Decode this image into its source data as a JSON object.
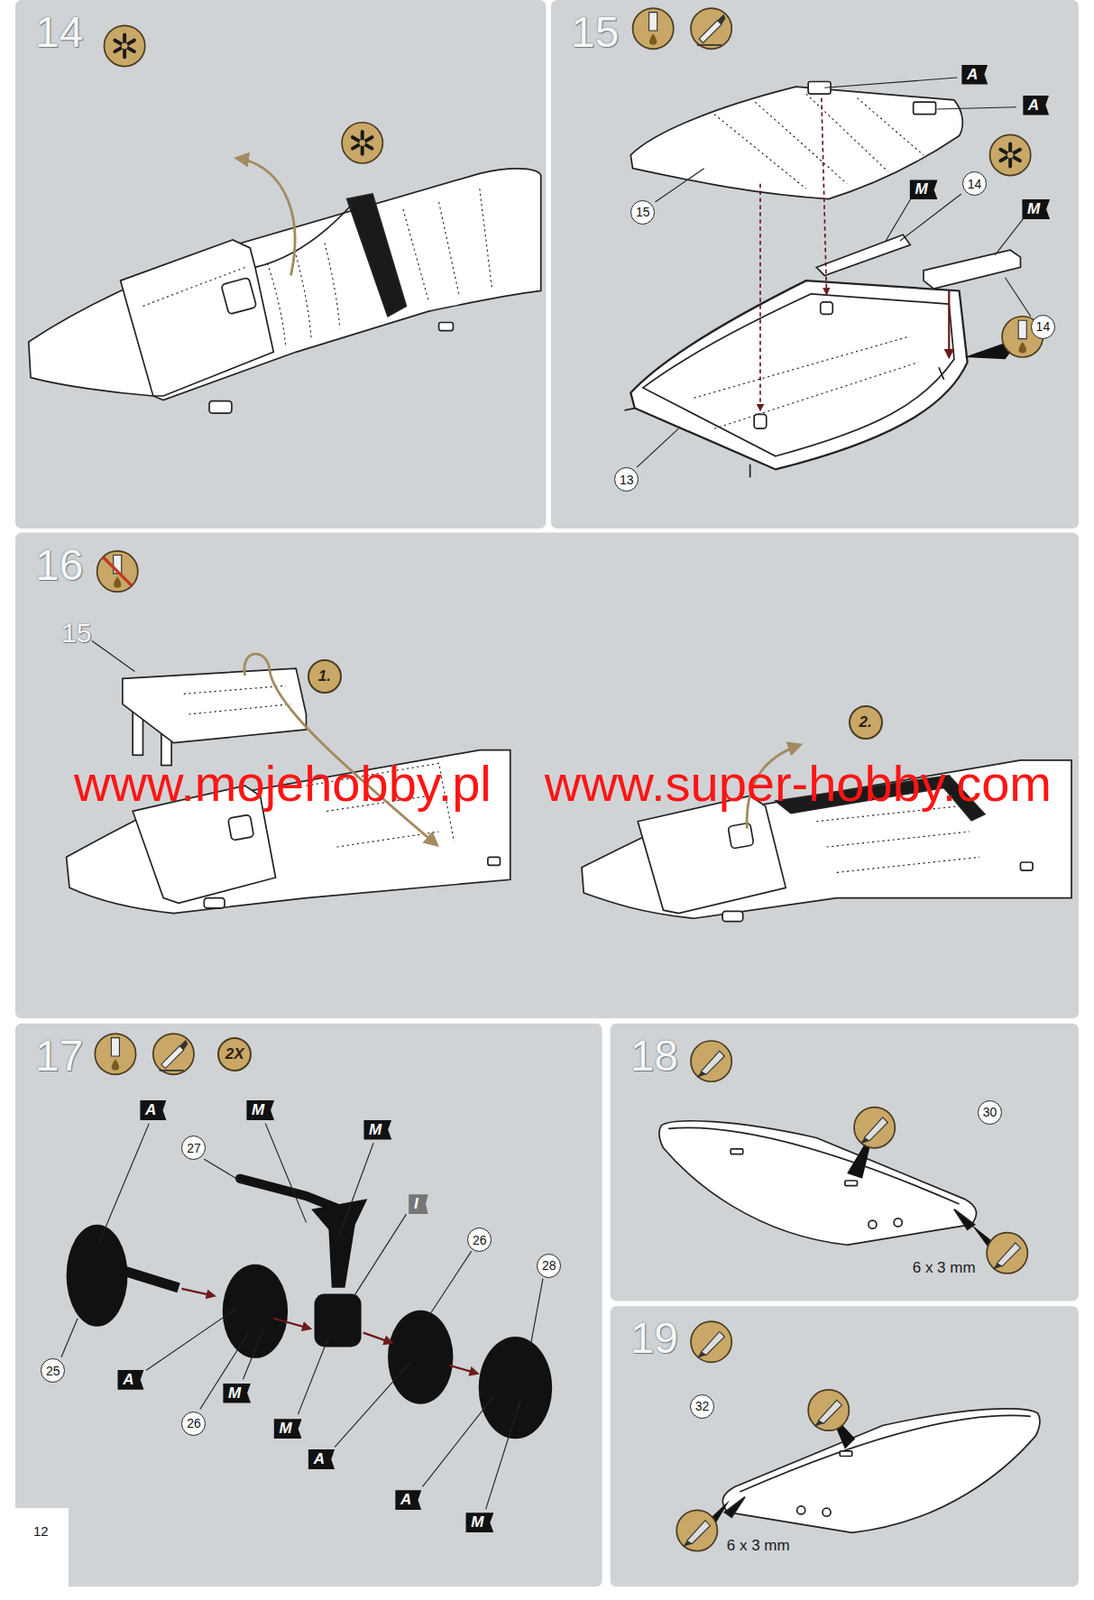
{
  "diagram": {
    "nodes": [
      {
        "text": [
          "14"
        ]
      },
      {
        "text": [
          "15"
        ]
      },
      {
        "text": [
          "14"
        ],
        "in": 1
      },
      {
        "text": [
          "15"
        ],
        "in": 1
      },
      {
        "text": [
          "14"
        ],
        "in": 1
      },
      {
        "text": [
          "13"
        ],
        "in": 1
      },
      {
        "text": [
          "16"
        ]
      },
      {
        "text": [
          "17"
        ]
      },
      {
        "text": [
          "27"
        ],
        "in": 7
      },
      {
        "text": [
          "26"
        ],
        "in": 7
      },
      {
        "text": [
          "28"
        ],
        "in": 7
      },
      {
        "text": [
          "25"
        ],
        "in": 7
      },
      {
        "text": [
          "26"
        ],
        "in": 7
      },
      {
        "text": [
          "18"
        ]
      },
      {
        "text": [
          "30"
        ],
        "in": 13
      },
      {
        "text": [
          "19"
        ]
      },
      {
        "text": [
          "32"
        ],
        "in": 15
      }
    ],
    "labels": [
      "A",
      "A",
      "M",
      "M",
      "15",
      "1.",
      "2.",
      "www.mojehobby.pl",
      "www.super-hobby.com",
      "2X",
      "A",
      "M",
      "M",
      "I",
      "A",
      "M",
      "M",
      "A",
      "A",
      "M",
      "6 x 3 mm",
      "6 x 3 mm",
      "12"
    ]
  }
}
